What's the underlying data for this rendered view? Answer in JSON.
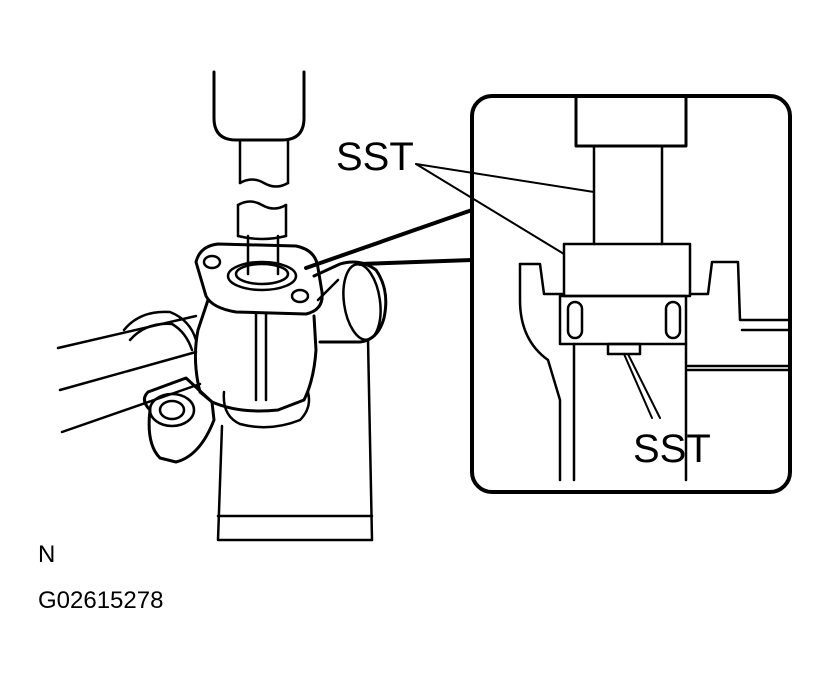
{
  "labels": {
    "sst_upper": "SST",
    "sst_lower": "SST",
    "orientation": "N",
    "figure_code": "G02615278"
  },
  "colors": {
    "ink": "#000000",
    "paper": "#ffffff"
  }
}
